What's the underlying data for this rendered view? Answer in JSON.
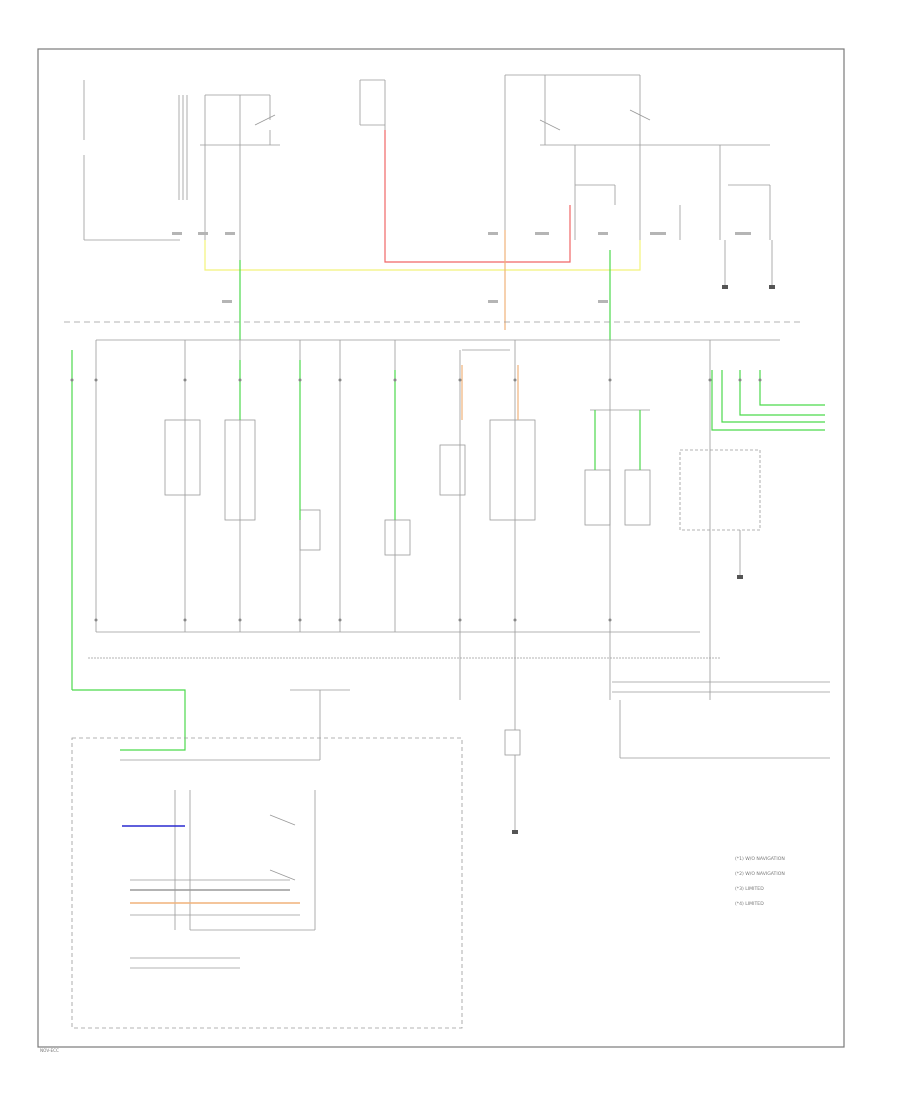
{
  "legend": {
    "items": [
      {
        "key": "1",
        "text": "(*1) W/O NAVIGATION"
      },
      {
        "key": "2",
        "text": "(*2) W/O NAVIGATION"
      },
      {
        "key": "3",
        "text": "(*3) LIMITED"
      },
      {
        "key": "4",
        "text": "(*4) LIMITED"
      }
    ]
  },
  "footer_code": "NOV-ECC",
  "wire_colors": {
    "green": "#4cd94c",
    "yellow": "#f2f27a",
    "red": "#f06666",
    "orange": "#f0b27a",
    "blue": "#2a2ad0",
    "line": "#9a9a9a",
    "frame": "#7a7a7a"
  }
}
